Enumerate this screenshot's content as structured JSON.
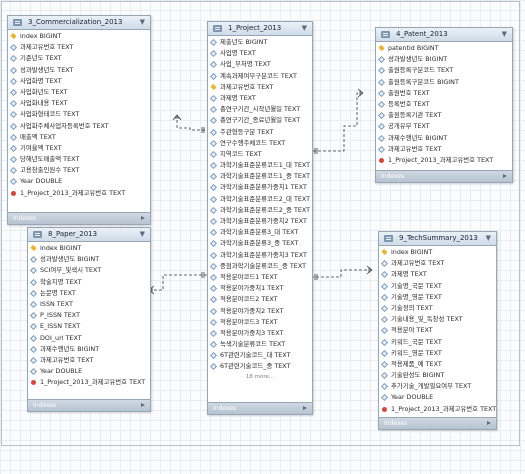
{
  "tables": {
    "commercialization": {
      "title": "3_Commercialization_2013",
      "rows": [
        {
          "icon": "key",
          "text": "index BIGINT"
        },
        {
          "icon": "col",
          "text": "과제고유번호 TEXT"
        },
        {
          "icon": "col",
          "text": "기준년도 TEXT"
        },
        {
          "icon": "col",
          "text": "성과발생년도 TEXT"
        },
        {
          "icon": "col",
          "text": "사업화명 TEXT"
        },
        {
          "icon": "col",
          "text": "사업화년도 TEXT"
        },
        {
          "icon": "col",
          "text": "사업화내용 TEXT"
        },
        {
          "icon": "col",
          "text": "사업화형태코드 TEXT"
        },
        {
          "icon": "col",
          "text": "사업화주체사업자등록번호 TEXT"
        },
        {
          "icon": "col",
          "text": "매출액 TEXT"
        },
        {
          "icon": "col",
          "text": "기여율액 TEXT"
        },
        {
          "icon": "col",
          "text": "당해년도매출액 TEXT"
        },
        {
          "icon": "col",
          "text": "고용창출인원수 TEXT"
        },
        {
          "icon": "col",
          "text": "Year DOUBLE"
        },
        {
          "icon": "fk",
          "text": "1_Project_2013_과제고유번호 TEXT"
        }
      ],
      "footer": "Indexes"
    },
    "project": {
      "title": "1_Project_2013",
      "rows": [
        {
          "icon": "col",
          "text": "제출년도 BIGINT"
        },
        {
          "icon": "col",
          "text": "사업명 TEXT"
        },
        {
          "icon": "col",
          "text": "사업_부처명 TEXT"
        },
        {
          "icon": "col",
          "text": "계속과제여부구분코드 TEXT"
        },
        {
          "icon": "key",
          "text": "과제고유번호 TEXT"
        },
        {
          "icon": "col",
          "text": "과제명 TEXT"
        },
        {
          "icon": "col",
          "text": "총연구기간_시작년월일 TEXT"
        },
        {
          "icon": "col",
          "text": "총연구기간_종료년월일 TEXT"
        },
        {
          "icon": "col",
          "text": "주관형등구분 TEXT"
        },
        {
          "icon": "col",
          "text": "연구수행주체코드 TEXT"
        },
        {
          "icon": "col",
          "text": "지역코드 TEXT"
        },
        {
          "icon": "col",
          "text": "과학기술표준분류코드1_대 TEXT"
        },
        {
          "icon": "col",
          "text": "과학기술표준분류코드1_중 TEXT"
        },
        {
          "icon": "col",
          "text": "과학기술표준분류가중치1 TEXT"
        },
        {
          "icon": "col",
          "text": "과학기술표준분류코드2_대 TEXT"
        },
        {
          "icon": "col",
          "text": "과학기술표준분류코드2_중 TEXT"
        },
        {
          "icon": "col",
          "text": "과학기술표준분류가중치2 TEXT"
        },
        {
          "icon": "col",
          "text": "과학기술표준분류3_대 TEXT"
        },
        {
          "icon": "col",
          "text": "과학기술표준분류3_중 TEXT"
        },
        {
          "icon": "col",
          "text": "과학기술표준분류가중치3 TEXT"
        },
        {
          "icon": "col",
          "text": "중점과학기술분류코드_중 TEXT"
        },
        {
          "icon": "col",
          "text": "적용분야코드1 TEXT"
        },
        {
          "icon": "col",
          "text": "적용분야가중치1 TEXT"
        },
        {
          "icon": "col",
          "text": "적용분야코드2 TEXT"
        },
        {
          "icon": "col",
          "text": "적용분야가중치2 TEXT"
        },
        {
          "icon": "col",
          "text": "적용분야코드3 TEXT"
        },
        {
          "icon": "col",
          "text": "적용분야가중치3 TEXT"
        },
        {
          "icon": "col",
          "text": "녹색기술분류코드 TEXT"
        },
        {
          "icon": "col",
          "text": "6T관련기술코드_대 TEXT"
        },
        {
          "icon": "col",
          "text": "6T관련기술코드_중 TEXT"
        }
      ],
      "more": "18 more...",
      "footer": "Indexes"
    },
    "patent": {
      "title": "4_Patent_2013",
      "rows": [
        {
          "icon": "key",
          "text": "patentid BIGINT"
        },
        {
          "icon": "col",
          "text": "성과발생년도 BIGINT"
        },
        {
          "icon": "col",
          "text": "출원등록구분코드 TEXT"
        },
        {
          "icon": "col",
          "text": "출원등록구분코드 BIGINT"
        },
        {
          "icon": "col",
          "text": "출원번호 TEXT"
        },
        {
          "icon": "col",
          "text": "등록번호 TEXT"
        },
        {
          "icon": "col",
          "text": "출원등록기관 TEXT"
        },
        {
          "icon": "col",
          "text": "공개유무 TEXT"
        },
        {
          "icon": "col",
          "text": "과제수행년도 BIGINT"
        },
        {
          "icon": "col",
          "text": "과제고유번호 TEXT"
        },
        {
          "icon": "fk",
          "text": "1_Project_2013_과제고유번호 TEXT"
        }
      ],
      "footer": "Indexes"
    },
    "paper": {
      "title": "8_Paper_2013",
      "rows": [
        {
          "icon": "key",
          "text": "index BIGINT"
        },
        {
          "icon": "col",
          "text": "성과발생년도 BIGINT"
        },
        {
          "icon": "col",
          "text": "SCI여부_및색시 TEXT"
        },
        {
          "icon": "col",
          "text": "학술지명 TEXT"
        },
        {
          "icon": "col",
          "text": "논문명 TEXT"
        },
        {
          "icon": "col",
          "text": "ISSN TEXT"
        },
        {
          "icon": "col",
          "text": "P_ISSN TEXT"
        },
        {
          "icon": "col",
          "text": "E_ISSN TEXT"
        },
        {
          "icon": "col",
          "text": "DOI_url TEXT"
        },
        {
          "icon": "col",
          "text": "과제수행년도 BIGINT"
        },
        {
          "icon": "col",
          "text": "과제고유번호 TEXT"
        },
        {
          "icon": "col",
          "text": "Year DOUBLE"
        },
        {
          "icon": "fk",
          "text": "1_Project_2013_과제고유번호 TEXT"
        }
      ],
      "footer": "Indexes"
    },
    "techsummary": {
      "title": "9_TechSummary_2013",
      "rows": [
        {
          "icon": "key",
          "text": "index BIGINT"
        },
        {
          "icon": "col",
          "text": "과제고유번호 TEXT"
        },
        {
          "icon": "col",
          "text": "과제명 TEXT"
        },
        {
          "icon": "col",
          "text": "기술명_국문 TEXT"
        },
        {
          "icon": "col",
          "text": "기술명_영문 TEXT"
        },
        {
          "icon": "col",
          "text": "기술정의 TEXT"
        },
        {
          "icon": "col",
          "text": "기술내용_및_독창성 TEXT"
        },
        {
          "icon": "col",
          "text": "적용분야 TEXT"
        },
        {
          "icon": "col",
          "text": "키워드_국문 TEXT"
        },
        {
          "icon": "col",
          "text": "키워드_영문 TEXT"
        },
        {
          "icon": "col",
          "text": "적용제품_예 TEXT"
        },
        {
          "icon": "col",
          "text": "기술완성도 BIGINT"
        },
        {
          "icon": "col",
          "text": "추가기술_개발필요여부 TEXT"
        },
        {
          "icon": "col",
          "text": "Year DOUBLE"
        },
        {
          "icon": "fk",
          "text": "1_Project_2013_과제고유번호 TEXT"
        }
      ],
      "footer": "Indexes"
    }
  }
}
